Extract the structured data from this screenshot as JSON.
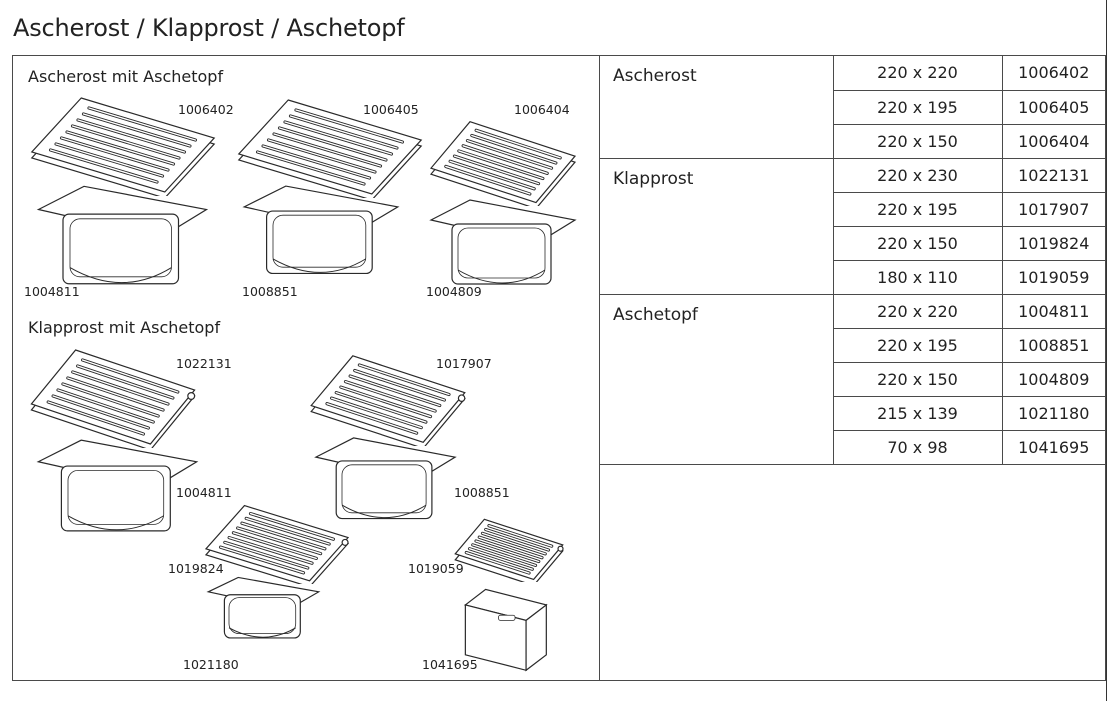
{
  "title": "Ascherost / Klapprost / Aschetopf",
  "sections": {
    "ascherost": {
      "heading": "Ascherost mit Aschetopf"
    },
    "klapprost": {
      "heading": "Klapprost mit Aschetopf"
    }
  },
  "labels": {
    "a1": "1006402",
    "a2": "1006405",
    "a3": "1006404",
    "p1": "1004811",
    "p2": "1008851",
    "p3": "1004809",
    "k1": "1022131",
    "k2": "1017907",
    "kp1": "1004811",
    "kp2": "1008851",
    "k3": "1019824",
    "k4": "1019059",
    "t1": "1021180",
    "t2": "1041695"
  },
  "table": {
    "groups": [
      {
        "name": "Ascherost",
        "rows": [
          {
            "size": "220 x 220",
            "article": "1006402"
          },
          {
            "size": "220 x 195",
            "article": "1006405"
          },
          {
            "size": "220 x 150",
            "article": "1006404"
          }
        ]
      },
      {
        "name": "Klapprost",
        "rows": [
          {
            "size": "220 x 230",
            "article": "1022131"
          },
          {
            "size": "220 x 195",
            "article": "1017907"
          },
          {
            "size": "220 x 150",
            "article": "1019824"
          },
          {
            "size": "180 x 110",
            "article": "1019059"
          }
        ]
      },
      {
        "name": "Aschetopf",
        "rows": [
          {
            "size": "220 x 220",
            "article": "1004811"
          },
          {
            "size": "220 x 195",
            "article": "1008851"
          },
          {
            "size": "220 x 150",
            "article": "1004809"
          },
          {
            "size": "215 x 139",
            "article": "1021180"
          },
          {
            "size": "70 x 98",
            "article": "1041695"
          }
        ]
      }
    ]
  }
}
